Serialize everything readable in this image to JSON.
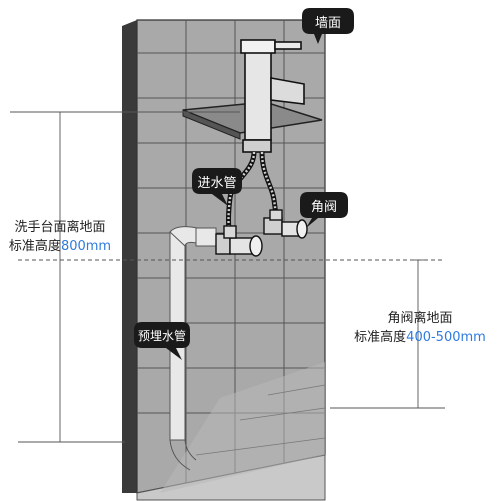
{
  "labels": {
    "wall": "墙面",
    "inlet_pipe": "进水管",
    "angle_valve": "角阀",
    "buried_pipe": "预埋水管"
  },
  "dimensions": {
    "basin": {
      "line1": "洗手台面离地面",
      "line2_prefix": "标准高度",
      "line2_value": "800mm"
    },
    "valve": {
      "line1": "角阀离地面",
      "line2_prefix": "标准高度",
      "line2_value": "400-500mm"
    }
  },
  "colors": {
    "accent": "#2e7be0",
    "wall": "#a9a9a9",
    "wall_side": "#3a3a3a",
    "floor": "#c9c9c9",
    "pipe": "#e8e8e8",
    "bubble": "#1a1a1a"
  }
}
